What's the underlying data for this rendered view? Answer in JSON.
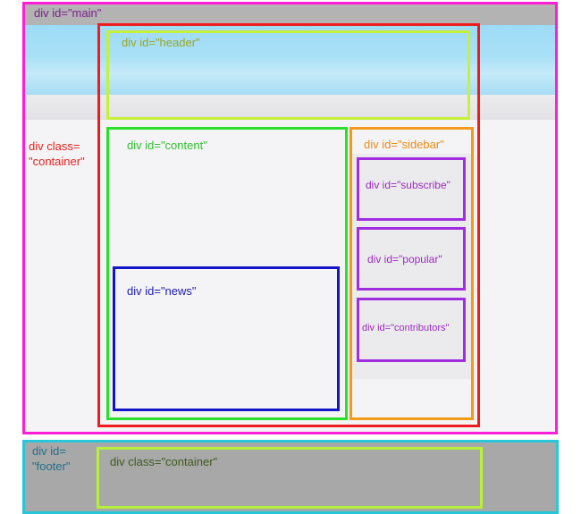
{
  "labels": {
    "main": "div id=\"main\"",
    "header": "div id=\"header\"",
    "container_line1": "div class=",
    "container_line2": "\"container\"",
    "content": "div id=\"content\"",
    "sidebar": "div id=\"sidebar\"",
    "subscribe": "div id=\"subscribe\"",
    "popular": "div id=\"popular\"",
    "contributors": "div id=\"contributors\"",
    "news": "div id=\"news\"",
    "footer_line1": "div id=",
    "footer_line2": "\"footer\"",
    "footer_container": "div class=\"container\""
  },
  "colors": {
    "main": "#ff1dd6",
    "container": "#ee1c1c",
    "header": "#c8f03a",
    "content": "#2be02b",
    "news": "#1414c8",
    "sidebar": "#f39a1a",
    "sidebar_children": "#a02ee0",
    "footer": "#27c6d9",
    "footer_container": "#b6f03a",
    "main_label_text": "#7a1f8a",
    "header_label_text": "#9aa722",
    "container_label_text": "#e8231f",
    "content_label_text": "#2fbf2f",
    "news_label_text": "#1b1bb0",
    "sidebar_label_text": "#f08a12",
    "sidebar_children_label_text": "#9b2bbf",
    "footer_label_text": "#1f6f8a",
    "footer_container_label_text": "#3c5a1a"
  }
}
